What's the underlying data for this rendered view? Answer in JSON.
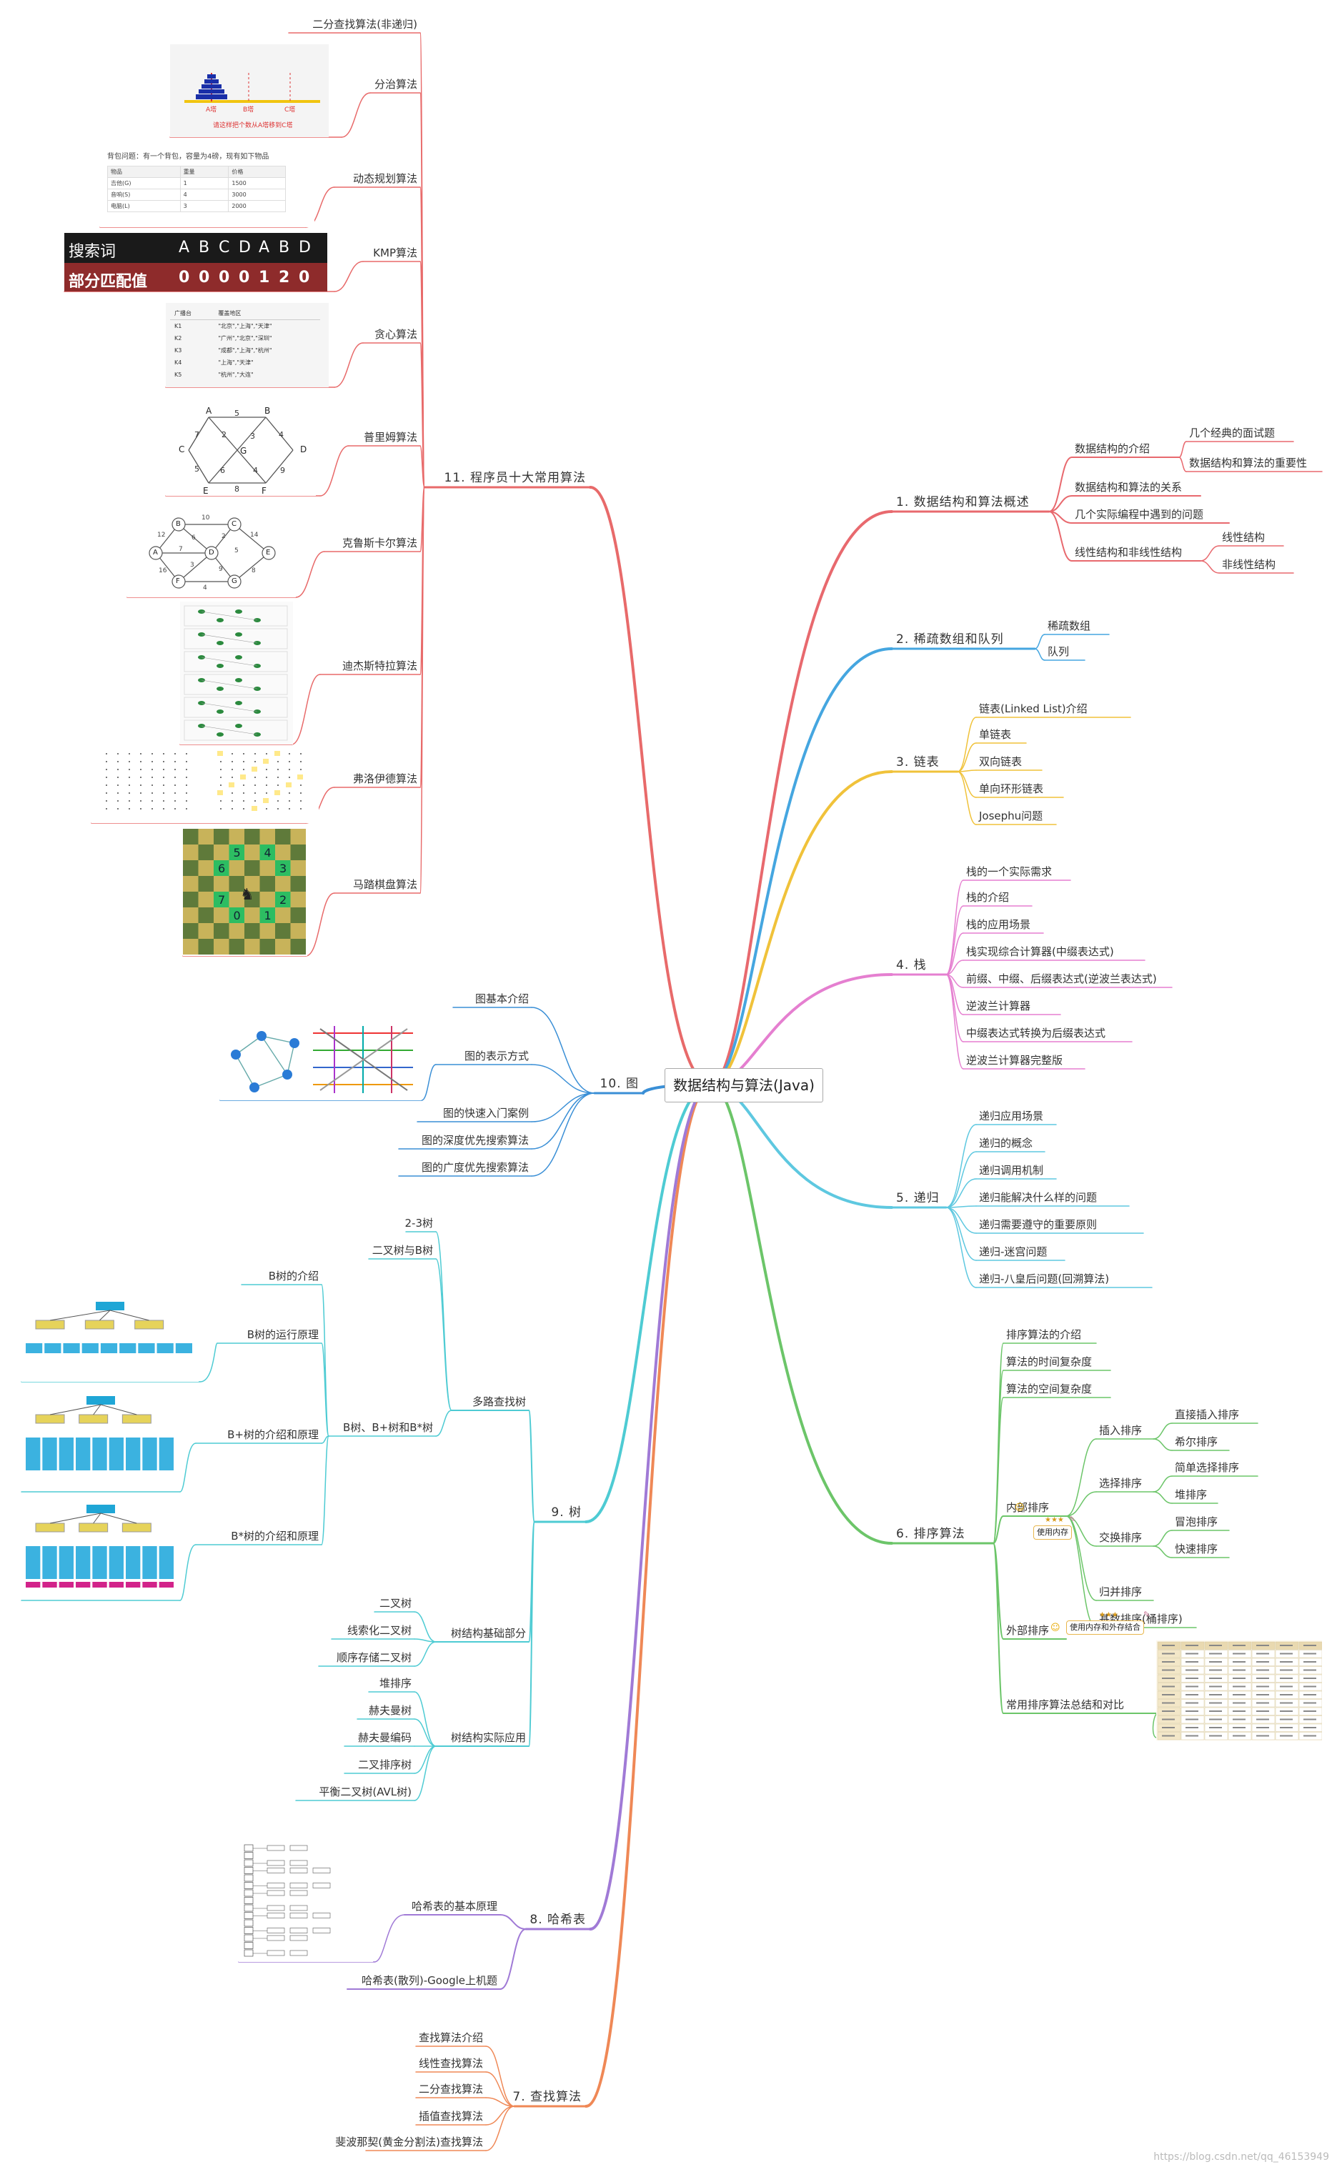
{
  "root": "数据结构与算法(Java)",
  "watermark": "https://blog.csdn.net/qq_46153949",
  "colors": {
    "c1": "#e8696e",
    "c2": "#45a6e0",
    "c3": "#f0c23a",
    "c4": "#e57fd0",
    "c5": "#5ec8e0",
    "c6": "#6cc569",
    "c7": "#ef8856",
    "c8": "#a07ad6",
    "c9": "#4ecbd3",
    "c10": "#3a8fd6",
    "c11": "#e86a6a"
  },
  "b1": {
    "t": "1. 数据结构和算法概述",
    "c": [
      "数据结构的介绍",
      "几个经典的面试题",
      "数据结构和算法的重要性",
      "数据结构和算法的关系",
      "几个实际编程中遇到的问题",
      "线性结构和非线性结构",
      "线性结构",
      "非线性结构"
    ]
  },
  "b2": {
    "t": "2. 稀疏数组和队列",
    "c": [
      "稀疏数组",
      "队列"
    ]
  },
  "b3": {
    "t": "3. 链表",
    "c": [
      "链表(Linked List)介绍",
      "单链表",
      "双向链表",
      "单向环形链表",
      "Josephu问题"
    ]
  },
  "b4": {
    "t": "4. 栈",
    "c": [
      "栈的一个实际需求",
      "栈的介绍",
      "栈的应用场景",
      "栈实现综合计算器(中缀表达式)",
      "前缀、中缀、后缀表达式(逆波兰表达式)",
      "逆波兰计算器",
      "中缀表达式转换为后缀表达式",
      "逆波兰计算器完整版"
    ]
  },
  "b5": {
    "t": "5. 递归",
    "c": [
      "递归应用场景",
      "递归的概念",
      "递归调用机制",
      "递归能解决什么样的问题",
      "递归需要遵守的重要原则",
      "递归-迷宫问题",
      "递归-八皇后问题(回溯算法)"
    ]
  },
  "b6": {
    "t": "6. 排序算法",
    "c": [
      "排序算法的介绍",
      "算法的时间复杂度",
      "算法的空间复杂度",
      "内部排序",
      "插入排序",
      "直接插入排序",
      "希尔排序",
      "选择排序",
      "简单选择排序",
      "堆排序",
      "交换排序",
      "冒泡排序",
      "快速排序",
      "归并排序",
      "基数排序(桶排序)",
      "外部排序",
      "常用排序算法总结和对比"
    ],
    "badge1": "使用内存",
    "badge2": "使用内存和外存结合"
  },
  "b7": {
    "t": "7. 查找算法",
    "c": [
      "查找算法介绍",
      "线性查找算法",
      "二分查找算法",
      "插值查找算法",
      "斐波那契(黄金分割法)查找算法"
    ]
  },
  "b8": {
    "t": "8. 哈希表",
    "c": [
      "哈希表的基本原理",
      "哈希表(散列)-Google上机题"
    ]
  },
  "b9": {
    "t": "9. 树",
    "c": [
      "多路查找树",
      "2-3树",
      "二叉树与B树",
      "B树、B+树和B*树",
      "B树的介绍",
      "B树的运行原理",
      "B+树的介绍和原理",
      "B*树的介绍和原理",
      "树结构基础部分",
      "二叉树",
      "线索化二叉树",
      "顺序存储二叉树",
      "树结构实际应用",
      "堆排序",
      "赫夫曼树",
      "赫夫曼编码",
      "二叉排序树",
      "平衡二叉树(AVL树)"
    ]
  },
  "b10": {
    "t": "10. 图",
    "c": [
      "图基本介绍",
      "图的表示方式",
      "图的快速入门案例",
      "图的深度优先搜索算法",
      "图的广度优先搜索算法"
    ]
  },
  "b11": {
    "t": "11. 程序员十大常用算法",
    "c": [
      "二分查找算法(非递归)",
      "分治算法",
      "动态规划算法",
      "KMP算法",
      "贪心算法",
      "普里姆算法",
      "克鲁斯卡尔算法",
      "迪杰斯特拉算法",
      "弗洛伊德算法",
      "马踏棋盘算法"
    ]
  },
  "thumbs": {
    "hanoi": {
      "a": "A塔",
      "b": "B塔",
      "c": "C塔",
      "cap": "请这样把个数从A塔移到C塔"
    },
    "knap": {
      "intro": "背包问题：有一个背包，容量为4磅，现有如下物品",
      "h": [
        "物品",
        "重量",
        "价格"
      ],
      "rows": [
        [
          "吉他(G)",
          "1",
          "1500"
        ],
        [
          "音响(S)",
          "4",
          "3000"
        ],
        [
          "电脑(L)",
          "3",
          "2000"
        ]
      ]
    },
    "kmp": {
      "l1": "搜索词",
      "v1": [
        "A",
        "B",
        "C",
        "D",
        "A",
        "B",
        "D"
      ],
      "l2": "部分匹配值",
      "v2": [
        "0",
        "0",
        "0",
        "0",
        "1",
        "2",
        "0"
      ]
    },
    "greedy": {
      "h": [
        "广播台",
        "覆盖地区"
      ],
      "rows": [
        [
          "K1",
          "\"北京\",\"上海\",\"天津\""
        ],
        [
          "K2",
          "\"广州\",\"北京\",\"深圳\""
        ],
        [
          "K3",
          "\"成都\",\"上海\",\"杭州\""
        ],
        [
          "K4",
          "\"上海\",\"天津\""
        ],
        [
          "K5",
          "\"杭州\",\"大连\""
        ]
      ]
    },
    "prim": {
      "nodes": [
        "A",
        "B",
        "C",
        "D",
        "E",
        "F",
        "G"
      ],
      "w": [
        "5",
        "7",
        "2",
        "3",
        "4",
        "5",
        "6",
        "4",
        "9",
        "8"
      ]
    },
    "kruskal": {
      "nodes": [
        "A",
        "B",
        "C",
        "D",
        "E",
        "F",
        "G"
      ],
      "w": [
        "12",
        "10",
        "7",
        "16",
        "6",
        "2",
        "14",
        "9",
        "8",
        "4",
        "3",
        "5"
      ]
    },
    "knight": {
      "nums": [
        "6",
        "7",
        "5",
        "0",
        "4",
        "1",
        "3",
        "2"
      ]
    }
  }
}
